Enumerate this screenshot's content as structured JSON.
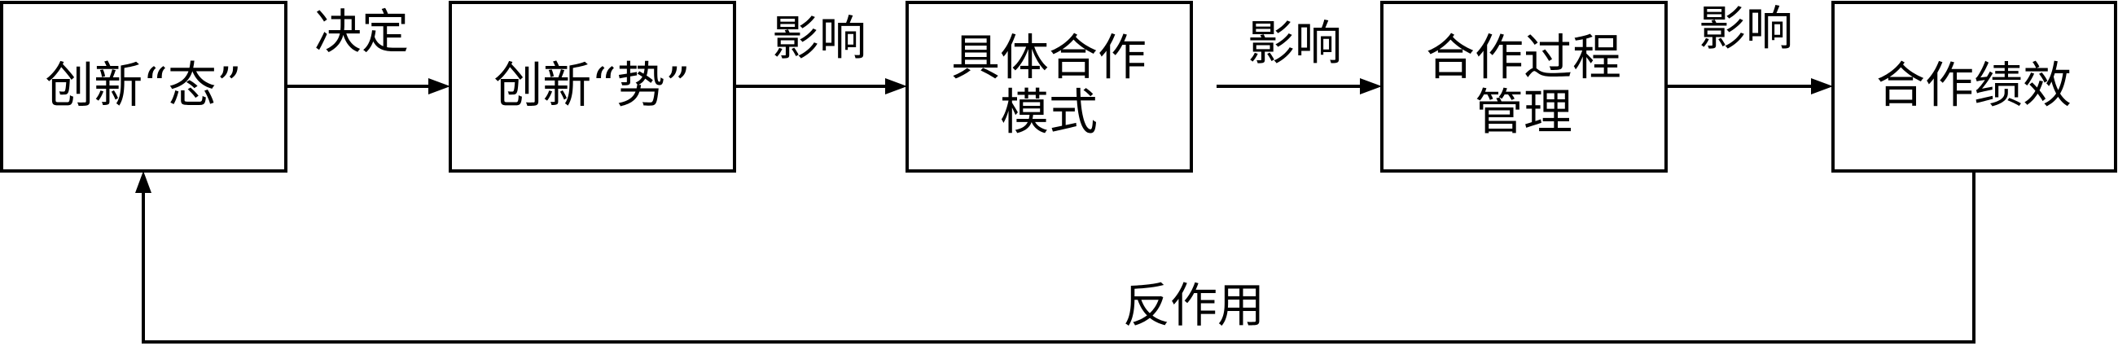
{
  "diagram": {
    "nodes": [
      {
        "id": "innovation-state",
        "lines": [
          "创新“态”"
        ]
      },
      {
        "id": "innovation-momentum",
        "lines": [
          "创新“势”"
        ]
      },
      {
        "id": "cooperation-mode",
        "lines": [
          "具体合作",
          "模式"
        ]
      },
      {
        "id": "process-management",
        "lines": [
          "合作过程",
          "管理"
        ]
      },
      {
        "id": "cooperation-performance",
        "lines": [
          "合作绩效"
        ]
      }
    ],
    "edges": [
      {
        "from": "innovation-state",
        "to": "innovation-momentum",
        "label": "决定"
      },
      {
        "from": "innovation-momentum",
        "to": "cooperation-mode",
        "label": "影响"
      },
      {
        "from": "cooperation-mode",
        "to": "process-management",
        "label": "影响"
      },
      {
        "from": "process-management",
        "to": "cooperation-performance",
        "label": "影响"
      }
    ],
    "feedback": {
      "from": "cooperation-performance",
      "to": "innovation-state",
      "label": "反作用"
    }
  }
}
